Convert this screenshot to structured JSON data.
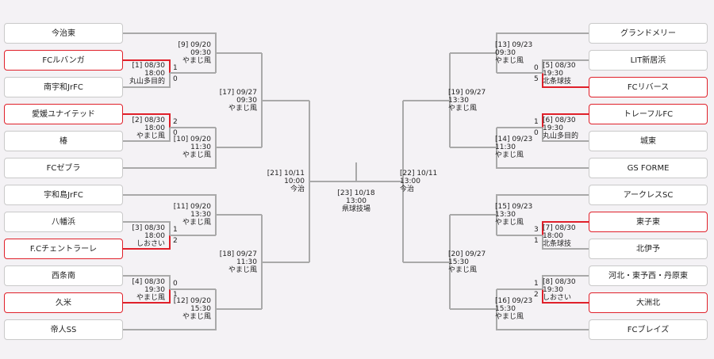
{
  "teams": {
    "left": [
      "今治東",
      "FCルバンガ",
      "南宇和JrFC",
      "愛媛ユナイテッド",
      "椿",
      "FCゼブラ",
      "宇和島JrFC",
      "八幡浜",
      "F.Cチェントラーレ",
      "西条南",
      "久米",
      "帝人SS"
    ],
    "right": [
      "グランドメリー",
      "LIT新居浜",
      "FCリバース",
      "トレーフルFC",
      "城東",
      "GS FORME",
      "アークレスSC",
      "東子東",
      "北伊予",
      "河北・東予西・丹原東",
      "大洲北",
      "FCブレイズ"
    ]
  },
  "winners": {
    "left": [
      1,
      3,
      8,
      10
    ],
    "right": [
      2,
      3,
      7,
      10
    ]
  },
  "matches": {
    "m1": "[1] 08/30\n18:00\n丸山多目的",
    "m2": "[2] 08/30\n18:00\nやまじ風",
    "m3": "[3] 08/30\n18:00\nしおさい",
    "m4": "[4] 08/30\n19:30\nやまじ風",
    "m5": "[5] 08/30\n19:30\n北条球技",
    "m6": "[6] 08/30\n19:30\n丸山多目的",
    "m7": "[7] 08/30\n18:00\n北条球技",
    "m8": "[8] 08/30\n19:30\nしおさい",
    "m9": "[9] 09/20\n09:30\nやまじ風",
    "m10": "[10] 09/20\n11:30\nやまじ風",
    "m11": "[11] 09/20\n13:30\nやまじ風",
    "m12": "[12] 09/20\n15:30\nやまじ風",
    "m13": "[13] 09/23\n09:30\nやまじ風",
    "m14": "[14] 09/23\n11:30\nやまじ風",
    "m15": "[15] 09/23\n13:30\nやまじ風",
    "m16": "[16] 09/23\n15:30\nやまじ風",
    "m17": "[17] 09/27\n09:30\nやまじ風",
    "m18": "[18] 09/27\n11:30\nやまじ風",
    "m19": "[19] 09/27\n13:30\nやまじ風",
    "m20": "[20] 09/27\n15:30\nやまじ風",
    "m21": "[21] 10/11\n10:00\n今治",
    "m22": "[22] 10/11\n13:00\n今治",
    "m23": "[23] 10/18\n13:00\n県球技場"
  },
  "scores": {
    "m1": [
      "1",
      "0"
    ],
    "m2": [
      "2",
      "0"
    ],
    "m3": [
      "1",
      "2"
    ],
    "m4": [
      "0",
      "1"
    ],
    "m5": [
      "0",
      "5"
    ],
    "m6": [
      "1",
      "0"
    ],
    "m7": [
      "3",
      "1"
    ],
    "m8": [
      "1",
      "2"
    ]
  },
  "colors": {
    "win": "#e0202a",
    "line": "#a9a9a9",
    "box_border": "#c9c9c9",
    "background": "#f4f2f5"
  }
}
